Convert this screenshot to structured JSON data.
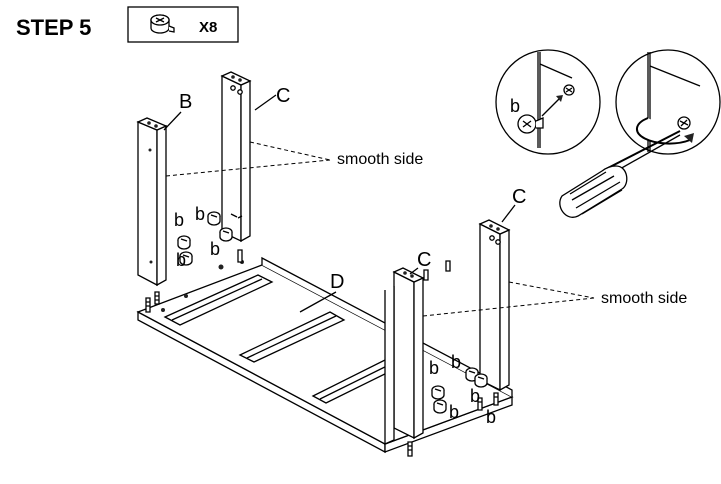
{
  "header": {
    "step_title": "STEP 5",
    "part_icon": "cam-lock-icon",
    "quantity": "X8"
  },
  "labels": {
    "B": "B",
    "C": "C",
    "D": "D",
    "b": "b",
    "smooth_side": "smooth side"
  },
  "icons": [
    "cam-lock-icon",
    "screwdriver-icon",
    "rotate-arrow-icon",
    "insert-arrow-icon"
  ]
}
